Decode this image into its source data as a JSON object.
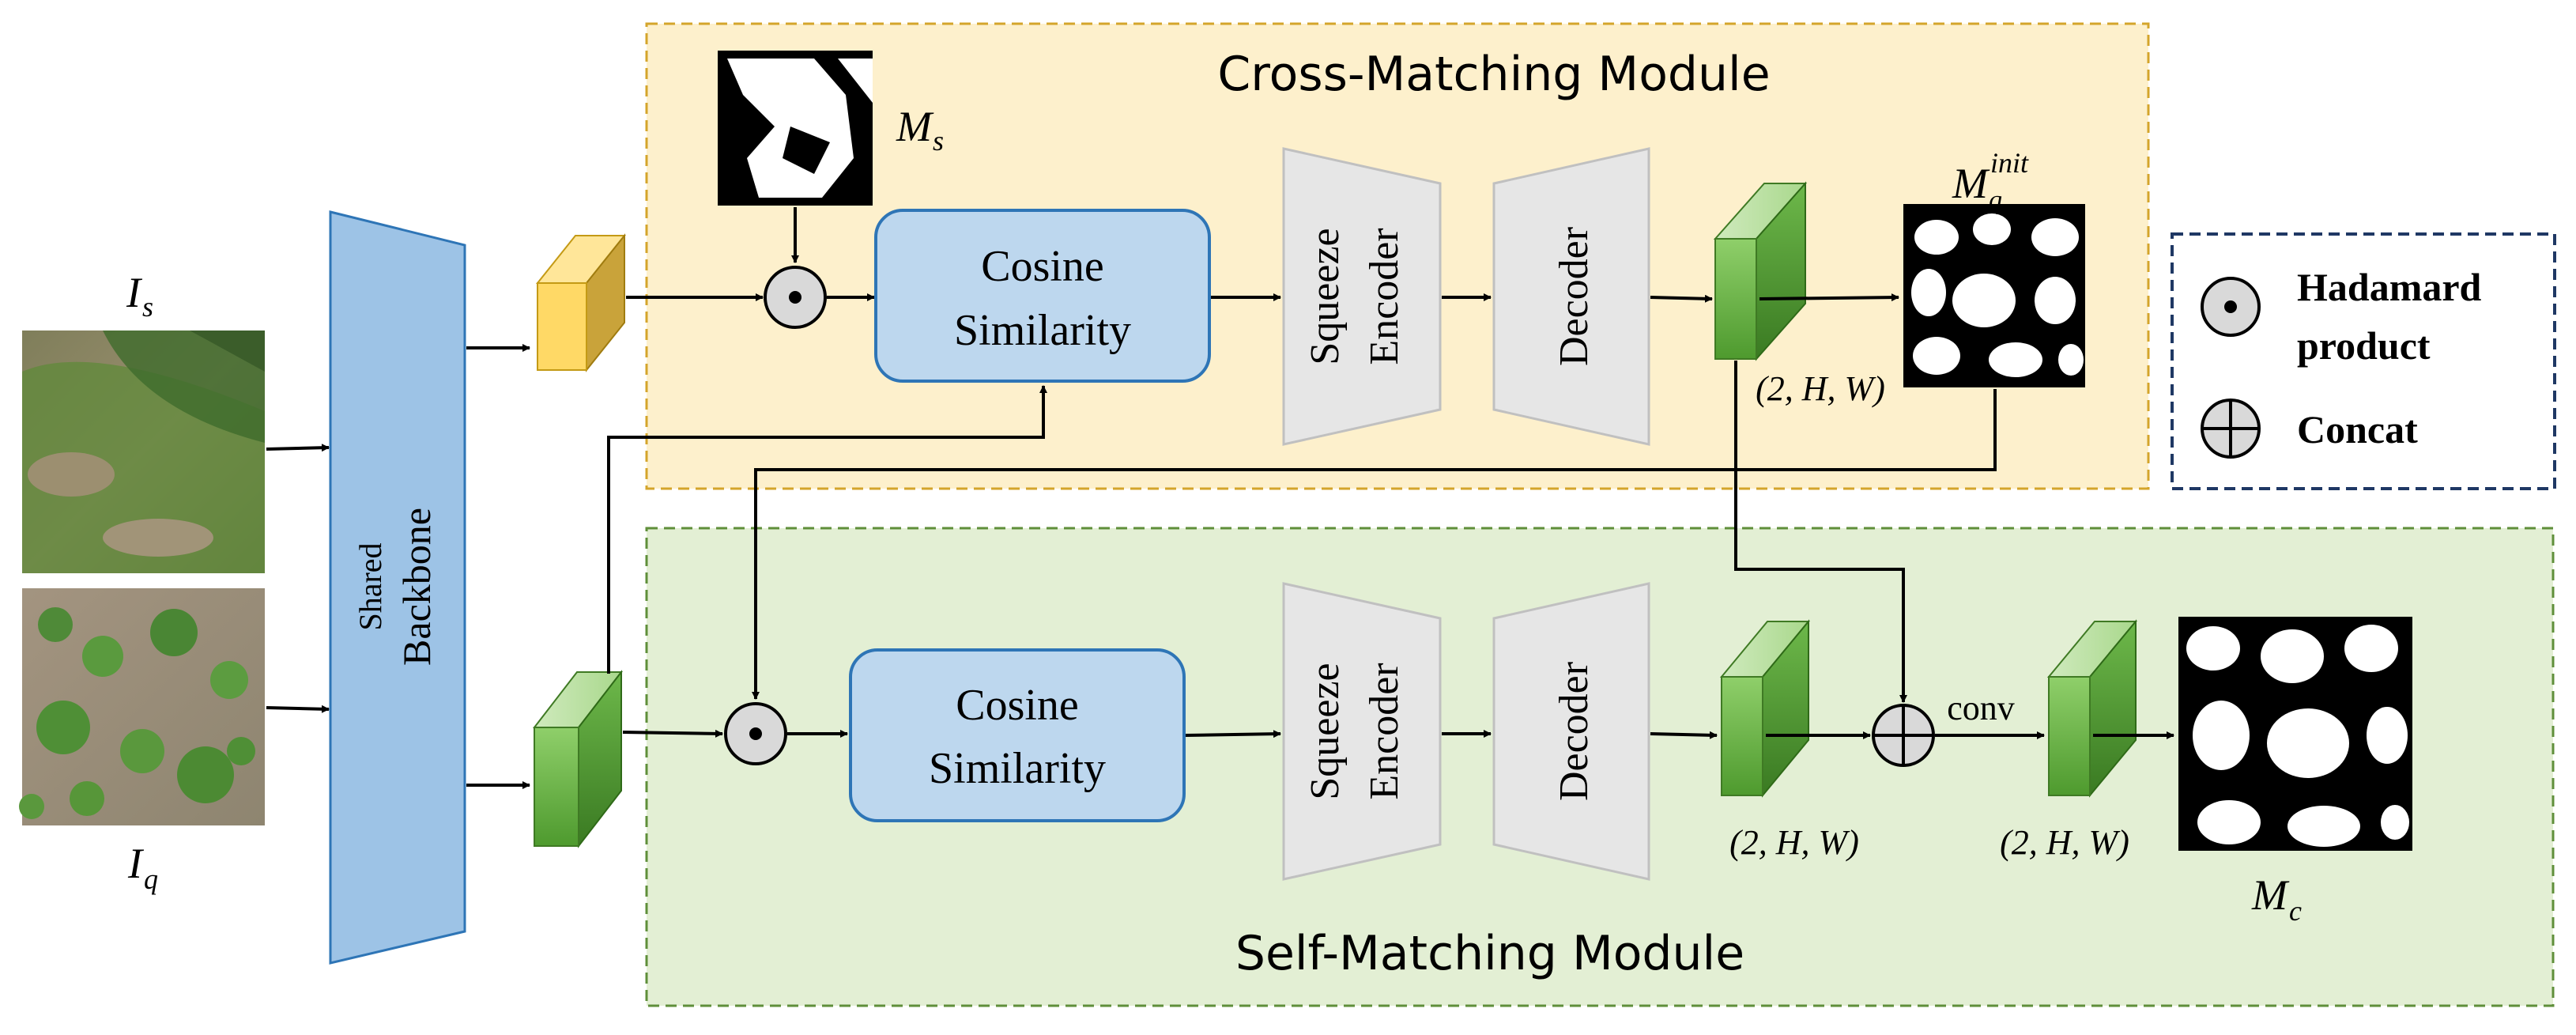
{
  "modules": {
    "cross_title": "Cross-Matching Module",
    "self_title": "Self-Matching Module"
  },
  "backbone": {
    "line1": "Shared",
    "line2": "Backbone"
  },
  "labels": {
    "support_image": "I",
    "support_image_sub": "s",
    "query_image": "I",
    "query_image_sub": "q",
    "support_mask": "M",
    "support_mask_sub": "s",
    "initial_mask": "M",
    "initial_mask_sub": "q",
    "initial_mask_sup": "init",
    "final_mask": "M",
    "final_mask_sub": "c"
  },
  "blocks": {
    "cosine_line1": "Cosine",
    "cosine_line2": "Similarity",
    "squeeze_line1": "Squeeze",
    "squeeze_line2": "Encoder",
    "decoder": "Decoder",
    "conv": "conv"
  },
  "shapes": {
    "dim": "(2, H, W)"
  },
  "legend": {
    "hadamard_line1": "Hadamard",
    "hadamard_line2": "product",
    "concat": "Concat"
  },
  "colors": {
    "cross_bg": "#fdf0cc",
    "cross_border": "#d4a52b",
    "self_bg": "#e3efd4",
    "self_border": "#5f8f3a",
    "backbone": "#9dc3e6",
    "cosine": "#bdd7ee",
    "feature_green": "#6aa84f",
    "feature_yellow": "#ffd966",
    "legend_border": "#1f3864"
  }
}
